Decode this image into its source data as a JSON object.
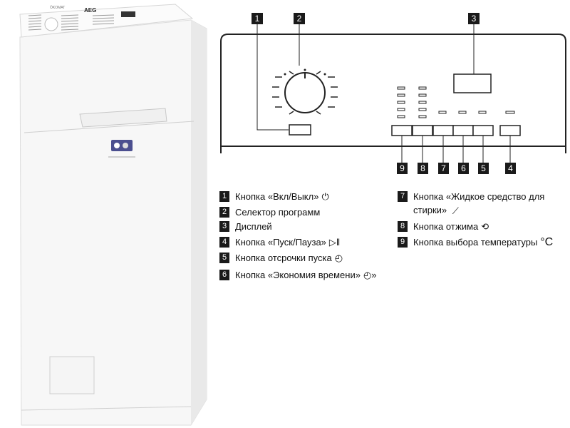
{
  "machine": {
    "brand": "AEG",
    "model_label": "ÖKOMAT"
  },
  "panel": {
    "top_numbers": [
      "1",
      "2",
      "3"
    ],
    "bottom_numbers": [
      "9",
      "8",
      "7",
      "6",
      "5",
      "4"
    ]
  },
  "legend": {
    "left": [
      {
        "num": "1",
        "text": "Кнопка «Вкл/Выкл»",
        "icon": "power-icon",
        "glyph": "⏻"
      },
      {
        "num": "2",
        "text": "Селектор программ",
        "icon": "",
        "glyph": ""
      },
      {
        "num": "3",
        "text": "Дисплей",
        "icon": "",
        "glyph": ""
      },
      {
        "num": "4",
        "text": "Кнопка «Пуск/Пауза»",
        "icon": "play-pause-icon",
        "glyph": "▷‖"
      },
      {
        "num": "5",
        "text": "Кнопка отсрочки пуска",
        "icon": "delay-clock-icon",
        "glyph": "◴"
      },
      {
        "num": "6",
        "text": "Кнопка «Экономия времени»",
        "icon": "time-save-icon",
        "glyph": "◴»"
      }
    ],
    "right": [
      {
        "num": "7",
        "text_line1": "Кнопка «Жидкое средство для",
        "text_line2": "стирки»",
        "icon": "liquid-detergent-icon",
        "glyph": "⟋"
      },
      {
        "num": "8",
        "text": "Кнопка отжима",
        "icon": "spin-icon",
        "glyph": "⟲"
      },
      {
        "num": "9",
        "text": "Кнопка выбора температуры",
        "icon": "temperature-icon",
        "glyph": "°C"
      }
    ]
  }
}
